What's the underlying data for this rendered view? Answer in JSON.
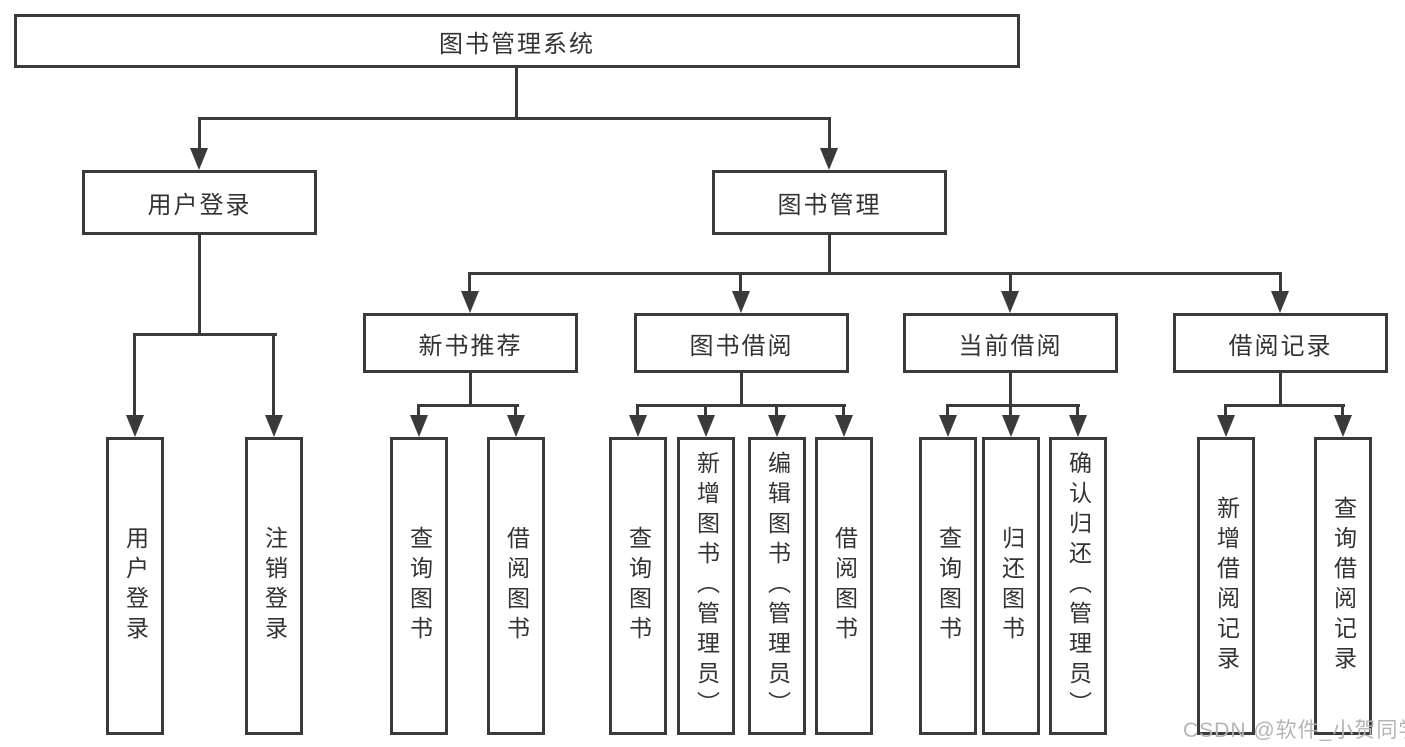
{
  "diagram": {
    "title": "图书管理系统",
    "level1": [
      {
        "label": "用户登录"
      },
      {
        "label": "图书管理"
      }
    ],
    "level2": [
      {
        "label": "新书推荐"
      },
      {
        "label": "图书借阅"
      },
      {
        "label": "当前借阅"
      },
      {
        "label": "借阅记录"
      }
    ],
    "leaves": [
      {
        "label": "用户登录"
      },
      {
        "label": "注销登录"
      },
      {
        "label": "查询图书"
      },
      {
        "label": "借阅图书"
      },
      {
        "label": "查询图书"
      },
      {
        "label": "新增图书（管理员）"
      },
      {
        "label": "编辑图书（管理员）"
      },
      {
        "label": "借阅图书"
      },
      {
        "label": "查询图书"
      },
      {
        "label": "归还图书"
      },
      {
        "label": "确认归还（管理员）"
      },
      {
        "label": "新增借阅记录"
      },
      {
        "label": "查询借阅记录"
      }
    ],
    "colors": {
      "line": "#3a3a3a",
      "text": "#333333",
      "background": "#ffffff",
      "watermark": "#b5b5b5"
    }
  },
  "watermark": {
    "text": "CSDN @软件_小贺同学"
  }
}
